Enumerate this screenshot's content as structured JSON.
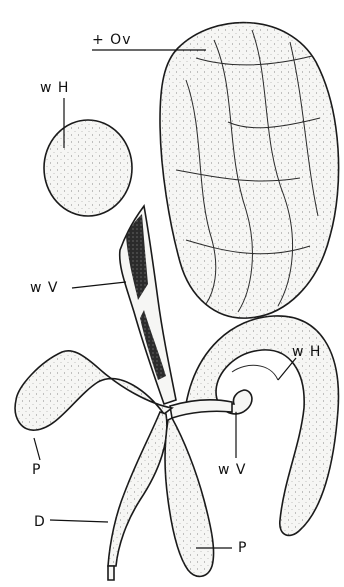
{
  "diagram": {
    "labels": {
      "ovary": "+ Ov",
      "wh_top": "w H",
      "wv_left": "w V",
      "wh_right": "w H",
      "wv_right": "w V",
      "p_left": "P",
      "d": "D",
      "p_bottom": "P"
    }
  }
}
